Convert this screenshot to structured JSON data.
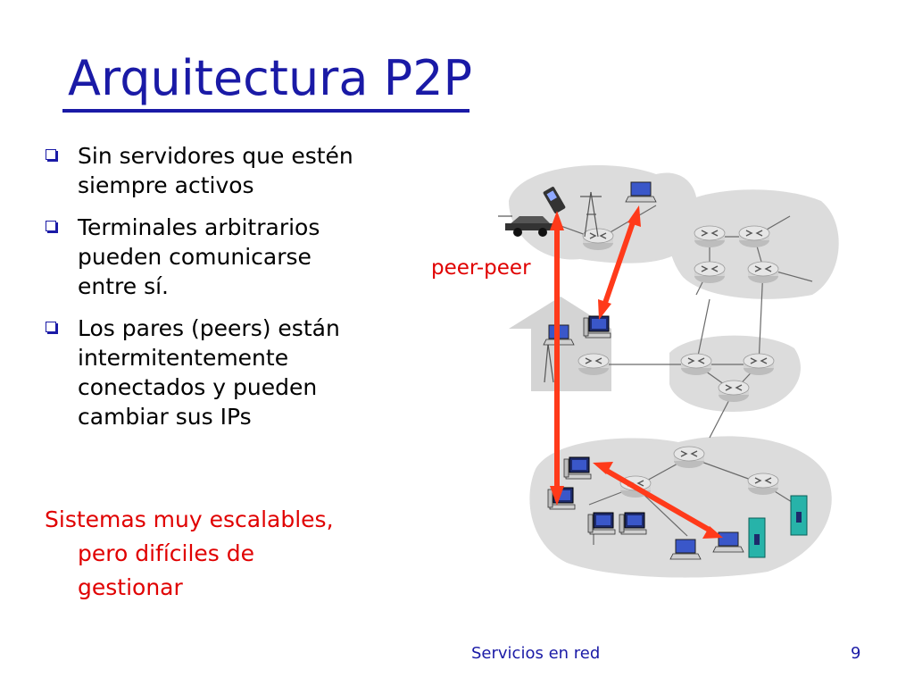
{
  "slide": {
    "title": "Arquitectura P2P",
    "bullets": [
      "Sin servidores que estén\nsiempre activos",
      "Terminales arbitrarios\npueden comunicarse\nentre sí.",
      "Los pares (peers) están\nintermitentemente\nconectados y pueden\ncambiar sus IPs"
    ],
    "conclusion": "Sistemas muy escalables,\npero difíciles de\ngestionar",
    "diagram_label": "peer-peer",
    "footer": "Servicios en red",
    "page_number": "9"
  },
  "colors": {
    "title": "#1a1aa6",
    "body_text": "#000000",
    "highlight": "#e00000",
    "arrow": "#ff3a1a",
    "network_cloud": "#dcdcdc",
    "router": "#cfcfcf"
  }
}
